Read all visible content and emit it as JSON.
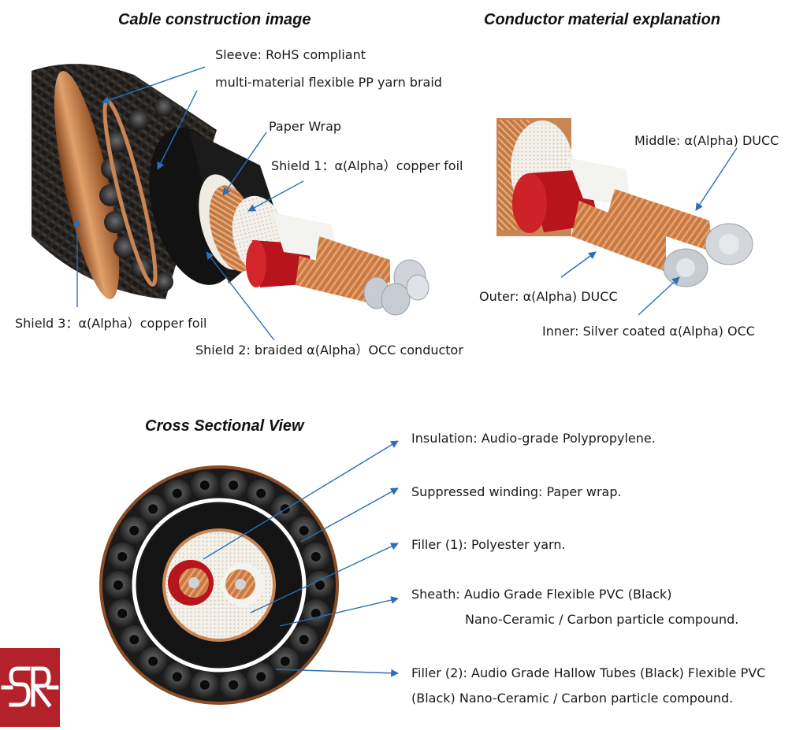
{
  "titles": {
    "construction": "Cable construction image",
    "conductor": "Conductor material explanation",
    "cross": "Cross Sectional View"
  },
  "construction_labels": {
    "sleeve_1": "Sleeve: RoHS compliant",
    "sleeve_2": "multi-material flexible PP yarn braid",
    "paper_wrap": "Paper Wrap",
    "shield1": "Shield 1：α(Alpha）copper foil",
    "shield3": "Shield 3：α(Alpha）copper foil",
    "shield2": "Shield 2: braided α(Alpha）OCC conductor"
  },
  "conductor_labels": {
    "middle": "Middle: α(Alpha) DUCC",
    "outer": "Outer: α(Alpha) DUCC",
    "inner": "Inner: Silver coated α(Alpha) OCC"
  },
  "cross_labels": {
    "insulation": "Insulation: Audio-grade Polypropylene.",
    "winding": "Suppressed winding: Paper wrap.",
    "filler1": "Filler (1): Polyester yarn.",
    "sheath_1": "Sheath: Audio Grade Flexible PVC (Black)",
    "sheath_2": "Nano-Ceramic / Carbon particle compound.",
    "filler2_1": "Filler (2): Audio Grade Hallow Tubes (Black) Flexible PVC",
    "filler2_2": "(Black) Nano-Ceramic / Carbon particle compound."
  },
  "colors": {
    "arrow": "#2a6fb7",
    "copper": "#c9773e",
    "insulation_red": "#b8141c",
    "logo_red": "#b3212a"
  },
  "logo": "SR"
}
